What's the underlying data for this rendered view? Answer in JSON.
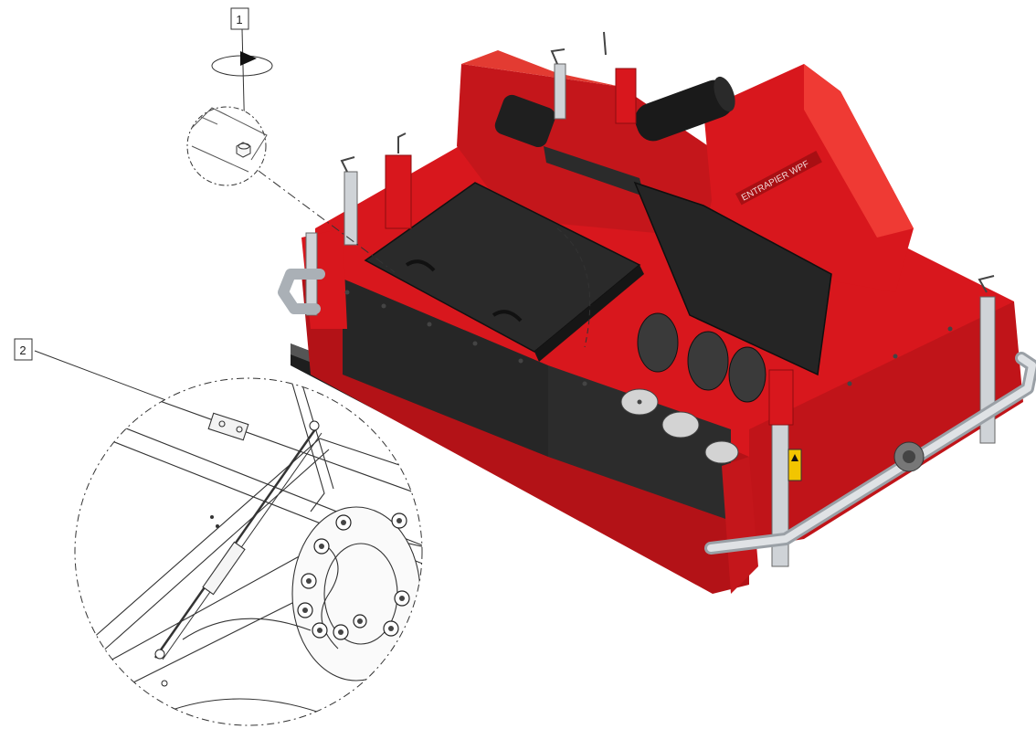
{
  "callouts": [
    {
      "number": "1"
    },
    {
      "number": "2"
    }
  ],
  "decal_text": "ENTRAPIER WPF",
  "colors": {
    "body_red": "#d8171d",
    "body_red_dark": "#a80f13",
    "body_red_light": "#ef3a34",
    "panel_black": "#262626",
    "bar_silver": "#c9cdd1",
    "line": "#222222"
  },
  "icons": [
    "rotation-arrow-icon",
    "hex-nut-icon",
    "warning-decal-icon"
  ]
}
